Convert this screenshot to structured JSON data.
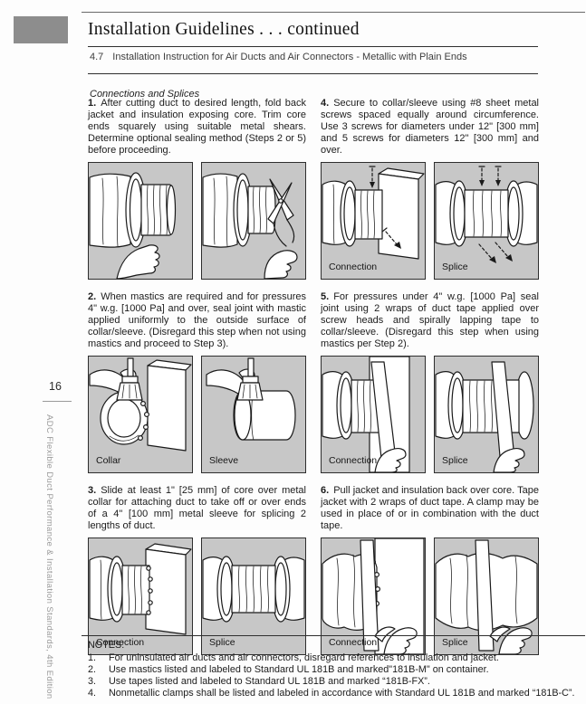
{
  "page": {
    "number": "16",
    "edge_text": "ADC  Flexible Duct Performance & Installation Standards, 4th Edition"
  },
  "header": {
    "title": "Installation Guidelines . . . continued",
    "section_num": "4.7",
    "section_text": "Installation Instruction for Air Ducts and Air Connectors - Metallic with Plain Ends",
    "subtitle": "Connections and Splices"
  },
  "steps": [
    {
      "num": "1.",
      "text": "After cutting duct to desired length, fold back jacket and insulation exposing core. Trim core ends squarely using suitable metal shears. Determine optional sealing method (Steps 2 or 5) before proceeding.",
      "captions": [
        "",
        ""
      ]
    },
    {
      "num": "2.",
      "text": "When mastics are required and for pressures 4\" w.g. [1000 Pa] and over, seal joint with mastic applied uniformly to the outside surface of collar/sleeve. (Disregard this step when not using mastics and proceed to Step 3).",
      "captions": [
        "Collar",
        "Sleeve"
      ]
    },
    {
      "num": "3.",
      "text": "Slide at least 1\" [25 mm] of core over metal collar for attaching duct to take off or over ends of a 4\" [100 mm] metal sleeve for splicing 2 lengths of duct.",
      "captions": [
        "Connection",
        "Splice"
      ]
    },
    {
      "num": "4.",
      "text": "Secure to collar/sleeve using #8 sheet metal screws spaced equally around circumference. Use 3 screws for diameters under 12\" [300 mm] and 5 screws for diameters 12\" [300 mm] and over.",
      "captions": [
        "Connection",
        "Splice"
      ]
    },
    {
      "num": "5.",
      "text": "For pressures under 4\" w.g. [1000 Pa] seal joint using 2 wraps of duct tape applied over screw heads and spirally lapping tape to collar/sleeve. (Disregard this step when using mastics per Step 2).",
      "captions": [
        "Connection",
        "Splice"
      ]
    },
    {
      "num": "6.",
      "text": "Pull jacket and insulation back over core. Tape jacket with 2 wraps of duct tape. A clamp may be used in place of or in combination with the duct tape.",
      "captions": [
        "Connection",
        "Splice"
      ]
    }
  ],
  "notes": {
    "heading": "NOTES:",
    "items": [
      {
        "num": "1.",
        "text": "For uninsulated air ducts and air connectors, disregard references to insulation and jacket."
      },
      {
        "num": "2.",
        "text": "Use mastics listed and labeled to Standard UL 181B and marked\"181B-M\" on container."
      },
      {
        "num": "3.",
        "text": "Use tapes listed and labeled to Standard UL 181B and marked “181B-FX”."
      },
      {
        "num": "4.",
        "text": "Nonmetallic clamps shall be listed and labeled in accordance with Standard UL 181B and marked “181B-C”."
      }
    ]
  },
  "colors": {
    "panel_bg": "#c7c7c7",
    "corner_block": "#8d8d8d"
  }
}
